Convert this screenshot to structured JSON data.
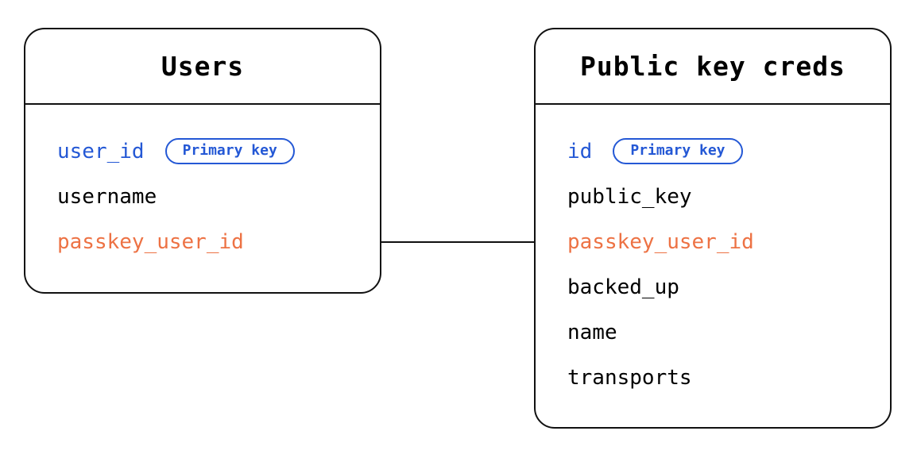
{
  "tables": [
    {
      "id": "users",
      "title": "Users",
      "fields": [
        {
          "label": "user_id",
          "color": "blue",
          "badge": "Primary key"
        },
        {
          "label": "username",
          "color": "black"
        },
        {
          "label": "passkey_user_id",
          "color": "orange"
        }
      ]
    },
    {
      "id": "public-key-creds",
      "title": "Public key creds",
      "fields": [
        {
          "label": "id",
          "color": "blue",
          "badge": "Primary key"
        },
        {
          "label": "public_key",
          "color": "black"
        },
        {
          "label": "passkey_user_id",
          "color": "orange"
        },
        {
          "label": "backed_up",
          "color": "black"
        },
        {
          "label": "name",
          "color": "black"
        },
        {
          "label": "transports",
          "color": "black"
        }
      ]
    }
  ],
  "relationship": {
    "from": "Users.passkey_user_id",
    "to": "Public key creds.passkey_user_id"
  },
  "colors": {
    "primary_blue": "#2458d5",
    "foreign_orange": "#ed7244",
    "line_color": "#111111"
  }
}
